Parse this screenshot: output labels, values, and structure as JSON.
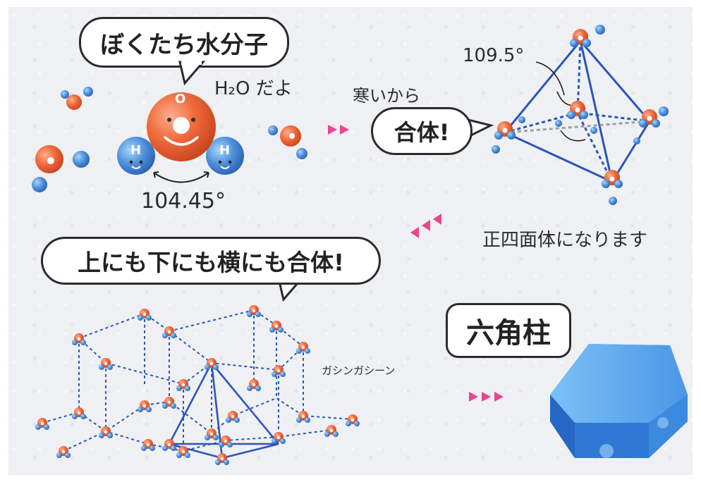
{
  "intro_bubble": "ぼくたち水分子",
  "formula": "H₂O だよ",
  "angle_water": "104.45°",
  "atom_o": "O",
  "atom_h": "H",
  "cold_text": "寒いから",
  "merge_bubble": "合体!",
  "angle_tetra": "109.5°",
  "tetra_caption": "正四面体になります",
  "lattice_bubble": "上にも下にも横にも合体!",
  "sound_text": "ガシンガシーン",
  "hex_label": "六角柱",
  "colors": {
    "oxygen": "#ee6a3c",
    "hydrogen": "#4f8fd6",
    "line": "#2c55b8",
    "arrow": "#e8468f"
  }
}
